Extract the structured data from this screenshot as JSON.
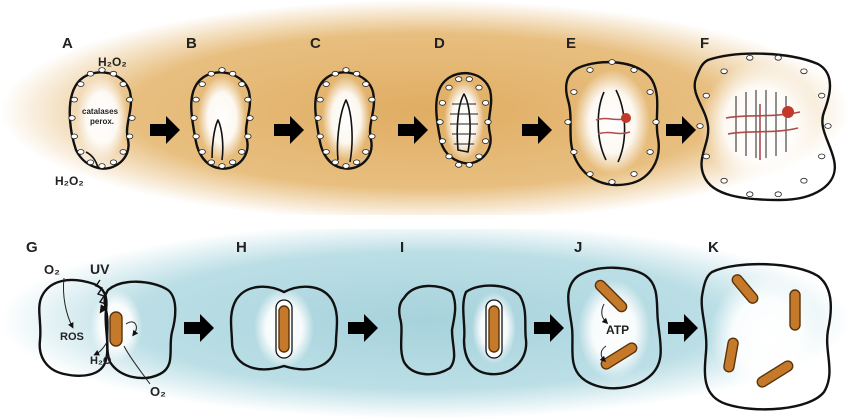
{
  "colors": {
    "top_panel": "#e0ad63",
    "bottom_panel": "#a7d2dc",
    "mitochondrion": "#c47a2a",
    "red_dot": "#c0392b",
    "arrow": "#000000"
  },
  "top_row": {
    "panels": [
      "A",
      "B",
      "C",
      "D",
      "E",
      "F"
    ],
    "h2o2_top": "H₂O₂",
    "h2o2_bottom": "H₂O₂",
    "enzyme_line1": "catalases",
    "enzyme_line2": "perox."
  },
  "bottom_row": {
    "panels": [
      "G",
      "H",
      "I",
      "J",
      "K"
    ],
    "o2_left": "O₂",
    "uv": "UV",
    "ros": "ROS",
    "h2o": "H₂O",
    "o2_bottom": "O₂",
    "atp": "ATP"
  },
  "icons": [
    "right-arrow-icon",
    "wavy-uv-arrow-icon"
  ]
}
